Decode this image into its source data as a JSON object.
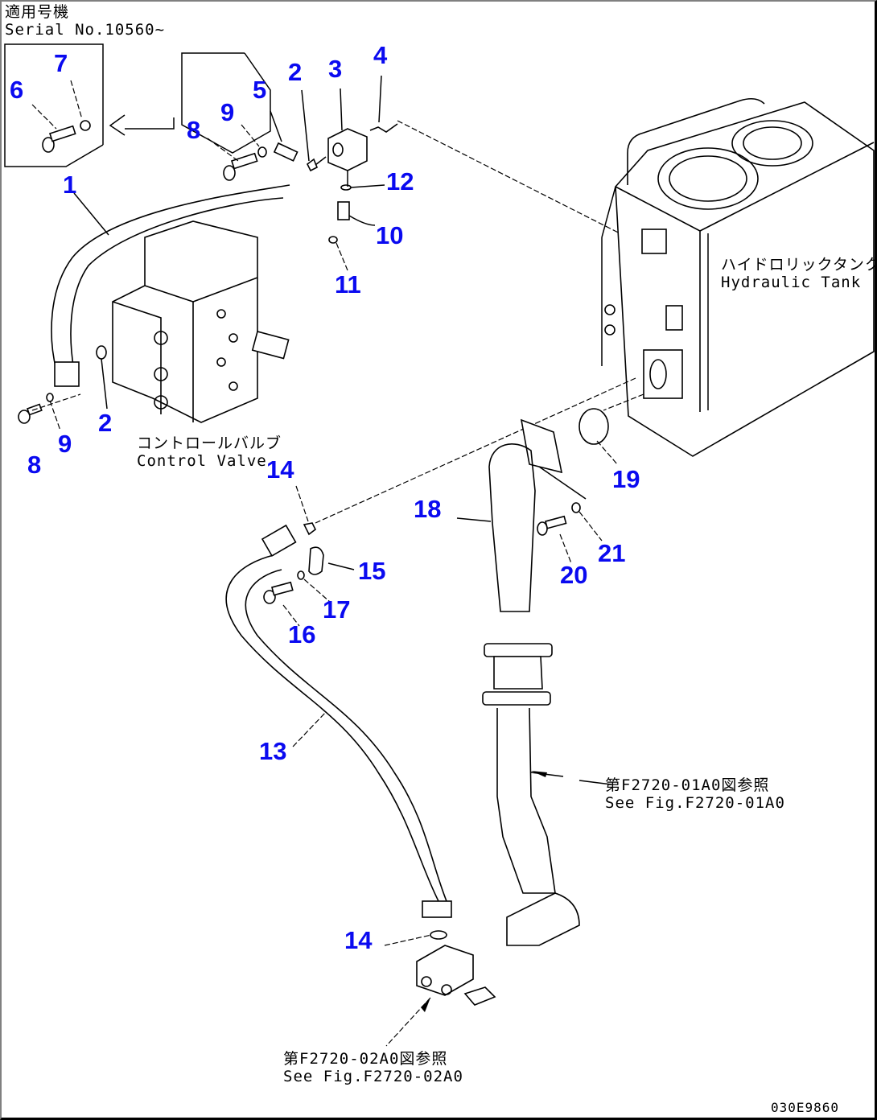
{
  "header": {
    "applicable_label": "適用号機",
    "serial": "Serial No.10560~"
  },
  "labels": {
    "hydraulic_tank_jp": "ハイドロリックタンク",
    "hydraulic_tank_en": "Hydraulic Tank",
    "control_valve_jp": "コントロールバルブ",
    "control_valve_en": "Control Valve",
    "ref1_jp": "第F2720-01A0図参照",
    "ref1_en": "See Fig.F2720-01A0",
    "ref2_jp": "第F2720-02A0図参照",
    "ref2_en": "See Fig.F2720-02A0",
    "drawing_number": "030E9860"
  },
  "callouts": [
    {
      "id": "c1",
      "text": "1"
    },
    {
      "id": "c2a",
      "text": "2"
    },
    {
      "id": "c2b",
      "text": "2"
    },
    {
      "id": "c3",
      "text": "3"
    },
    {
      "id": "c4",
      "text": "4"
    },
    {
      "id": "c5",
      "text": "5"
    },
    {
      "id": "c6",
      "text": "6"
    },
    {
      "id": "c7",
      "text": "7"
    },
    {
      "id": "c8a",
      "text": "8"
    },
    {
      "id": "c8b",
      "text": "8"
    },
    {
      "id": "c9a",
      "text": "9"
    },
    {
      "id": "c9b",
      "text": "9"
    },
    {
      "id": "c10",
      "text": "10"
    },
    {
      "id": "c11",
      "text": "11"
    },
    {
      "id": "c12",
      "text": "12"
    },
    {
      "id": "c13",
      "text": "13"
    },
    {
      "id": "c14a",
      "text": "14"
    },
    {
      "id": "c14b",
      "text": "14"
    },
    {
      "id": "c15",
      "text": "15"
    },
    {
      "id": "c16",
      "text": "16"
    },
    {
      "id": "c17",
      "text": "17"
    },
    {
      "id": "c18",
      "text": "18"
    },
    {
      "id": "c19",
      "text": "19"
    },
    {
      "id": "c20",
      "text": "20"
    },
    {
      "id": "c21",
      "text": "21"
    }
  ],
  "colors": {
    "callout": "#0a0af0",
    "line": "#000000"
  }
}
